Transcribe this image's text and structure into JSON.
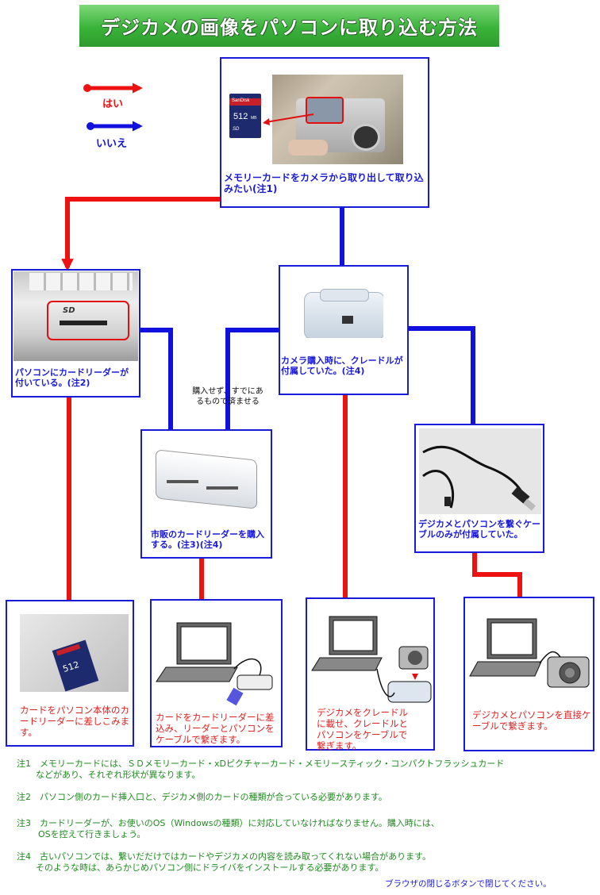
{
  "title": "デジカメの画像をパソコンに取り込む方法",
  "legend": {
    "yes_label": "はい",
    "no_label": "いいえ",
    "yes_color": "#ee1111",
    "no_color": "#1111dd"
  },
  "nodes": {
    "memory_card": "メモリーカードをカメラから取り出して取り込みたい(注1)",
    "pc_card_reader": "パソコンにカードリーダーが付いている。(注2)",
    "cradle": "カメラ購入時に、クレードルが付属していた。(注4)",
    "buy_reader": "市販のカードリーダーを購入する。(注3)(注4)",
    "cable_only": "デジカメとパソコンを繋ぐケーブルのみが付属していた。"
  },
  "side_label": "購入せず、すでにあるもので済ませる",
  "results": {
    "insert_pc": "カードをパソコン本体のカードリーダーに差しこみます。",
    "reader_cable": "カードをカードリーダーに差込み、リーダーとパソコンをケーブルで繋ぎます。",
    "cradle_cable": "デジカメをクレードルに載せ、クレードルとパソコンをケーブルで繋ぎます。",
    "direct_cable": "デジカメとパソコンを直接ケーブルで繋ぎます。"
  },
  "photo_texts": {
    "sd_brand": "SanDisk",
    "sd_size": "512",
    "sd_unit": "MB",
    "sd_logo": "SD"
  },
  "notes": {
    "n1_line1": "注1　メモリーカードには、ＳＤメモリーカード・xDピクチャーカード・メモリースティック・コンパクトフラッシュカード",
    "n1_line2": "などがあり、それぞれ形状が異なります。",
    "n2": "注2　パソコン側のカード挿入口と、デジカメ側のカードの種類が合っている必要があります。",
    "n3_line1": "注3　カードリーダーが、お使いのOS（Windowsの種類）に対応していなければなりません。購入時には、",
    "n3_line2": "OSを控えて行きましょう。",
    "n4_line1": "注4　古いパソコンでは、繋いだだけではカードやデジカメの内容を読み取ってくれない場合があります。",
    "n4_line2": "そのような時は、あらかじめパソコン側にドライバをインストールする必要があります。"
  },
  "footer": "ブラウザの閉じるボタンで閉じてください。"
}
